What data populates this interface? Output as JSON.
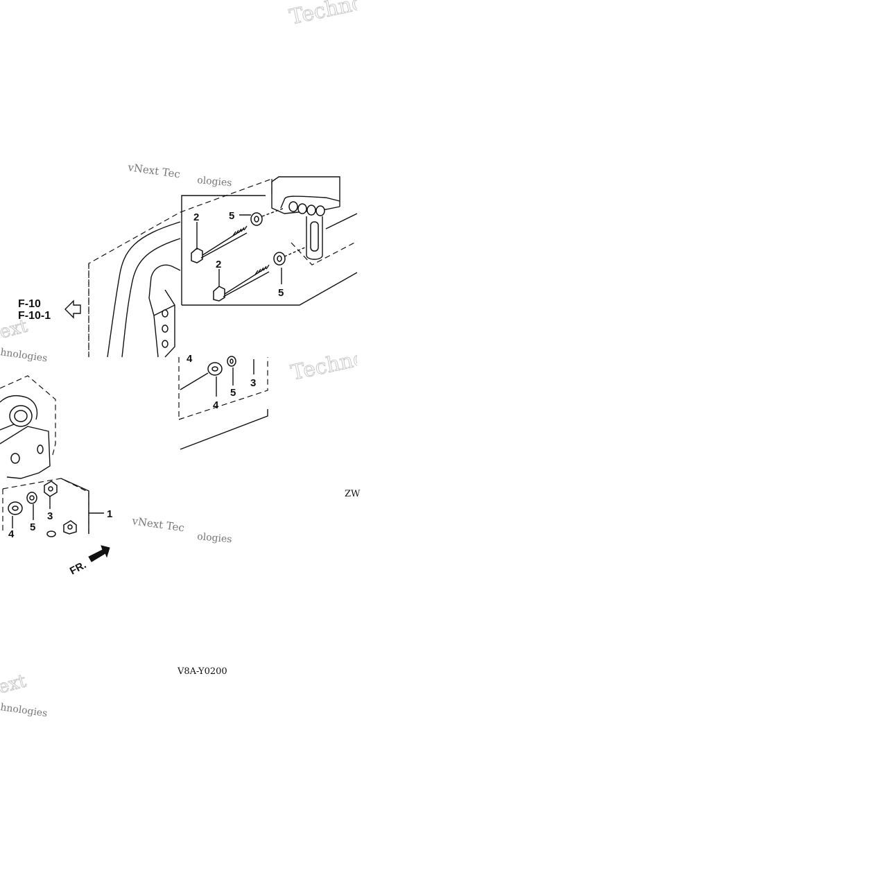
{
  "diagram": {
    "ref_labels": {
      "main": "F-10",
      "sub": "F-10-1"
    },
    "direction_label": "FR.",
    "part_numbers": {
      "p1": "1",
      "p2a": "2",
      "p2b": "2",
      "p3a": "3",
      "p3b": "3",
      "p4a": "4",
      "p4b": "4",
      "p4c": "4",
      "p5a": "5",
      "p5b": "5",
      "p5c": "5",
      "p5d": "5"
    },
    "drawing_code_bottom": "V8A-Y0200",
    "drawing_code_right": "ZW"
  },
  "watermarks": {
    "w1": "Techno",
    "w2": "vNext Tec",
    "w3": "ologies",
    "w4": "ext",
    "w5": "hnologies",
    "w6": "Techno",
    "w7": "vNext Tec",
    "w8": "ologies",
    "w9": "ext",
    "w10": "hnologies"
  },
  "colors": {
    "line": "#111111",
    "watermark": "#c8c8c8",
    "background": "#ffffff"
  }
}
